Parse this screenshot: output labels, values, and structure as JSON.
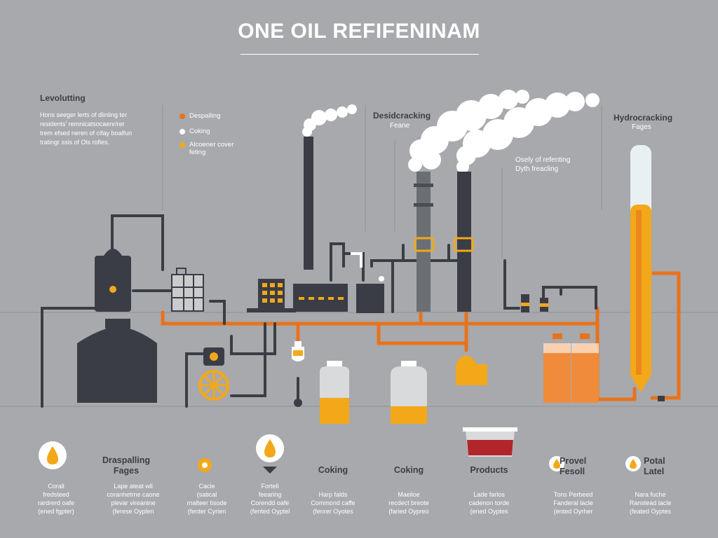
{
  "title": "ONE OIL REFIFENINAM",
  "left_panel": {
    "heading": "Levolutting",
    "intro_lines": [
      "Hons seeger lerts of dlinling ter",
      "residents' remnicatsocaenr/rer",
      "trem efsed neren of cifay boalfun",
      "tratingr ssis of Ols rofles."
    ]
  },
  "legend": [
    {
      "label": "Despalling",
      "color": "#e8721c"
    },
    {
      "label": "Coking",
      "color": "#ffffff"
    },
    {
      "label": "Alcoener cover\nfeting",
      "color": "#f3a81a"
    }
  ],
  "stage_labels": {
    "desulf_title": "Desidcracking",
    "desulf_sub": "Feane",
    "hydro_title": "Hydrocracking",
    "hydro_sub": "Fages",
    "note": "Osely of refenting\nDyth freacling"
  },
  "bottom": [
    {
      "icon": "oil-drop-icon",
      "title": "",
      "desc": "Corall\nfredsteed\nrardrerd oafe\n(ened fgpter)"
    },
    {
      "icon": "",
      "title": "Draspalling\nFages",
      "desc": "Lape ateat wll\ncoranhetrne caone\nplevar vireanine\n(ferese Oyplen"
    },
    {
      "icon": "orange-dot-icon",
      "title": "",
      "desc": "Cacle\n(satical\nrnalteer tisode\n(fenter Cyrien"
    },
    {
      "icon": "oil-drop-pin-icon",
      "title": "",
      "desc": "Fortell\nfeearing\nCorendd oafe\n(fented Oyptel"
    },
    {
      "icon": "",
      "title": "Coking",
      "desc": "Harp falds\nCommond caffe\n(fenrer Oyotes"
    },
    {
      "icon": "",
      "title": "Coking",
      "desc": "Maeiloe\nrecdect breote\n(faried Oypreo"
    },
    {
      "icon": "",
      "title": "Products",
      "desc": "Lade farlos\ncadenon torde\n(ened Oyptes"
    },
    {
      "icon": "small-drop-icon",
      "title": "Provel\nFesoll",
      "desc": "Tons Perbeed\nFanderal lacle\n(ented Oyrher"
    },
    {
      "icon": "small-drop-icon",
      "title": "Potal\nLatel",
      "desc": "Nara fuche\nRanstead lacle\n(feated Oyptes"
    }
  ],
  "colors": {
    "background": "#a7a9ac",
    "machinery": "#3a3d45",
    "pipe_orange": "#e8721c",
    "fluid_amber": "#f3a81a",
    "red_product": "#b2262a",
    "steam": "#ffffff"
  }
}
